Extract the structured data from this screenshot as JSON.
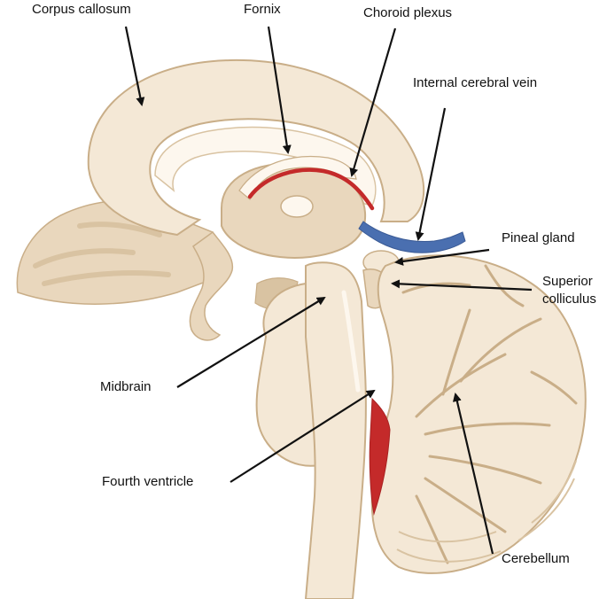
{
  "labels": {
    "corpus_callosum": "Corpus callosum",
    "fornix": "Fornix",
    "choroid_plexus": "Choroid plexus",
    "internal_cerebral_vein": "Internal cerebral vein",
    "pineal_gland": "Pineal gland",
    "superior_colliculus_line1": "Superior",
    "superior_colliculus_line2": "colliculus",
    "midbrain": "Midbrain",
    "fourth_ventricle": "Fourth ventricle",
    "cerebellum": "Cerebellum"
  },
  "colors": {
    "tissue_light": "#f4e8d6",
    "tissue_mid": "#e9d7bd",
    "tissue_dark": "#d9c3a2",
    "tissue_outline": "#c9ae88",
    "artery_red": "#c42a2a",
    "vein_blue": "#4a6fb0",
    "leader_line": "#111111"
  }
}
